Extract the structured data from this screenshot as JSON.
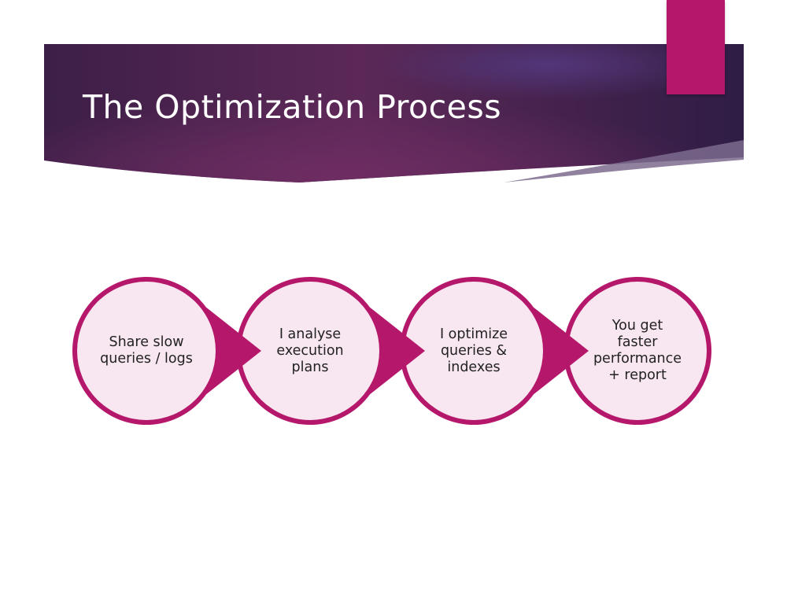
{
  "slide": {
    "title": "The Optimization Process"
  },
  "colors": {
    "band_dark": "#3a1f4a",
    "band_mid": "#6b2d5f",
    "band_glow": "#4e3275",
    "accent": "#b5176a",
    "circle_ring": "#b5176a",
    "circle_fill": "#f8e6f0",
    "text": "#222222"
  },
  "process": {
    "steps": [
      {
        "lines": [
          "Share slow",
          "queries / logs"
        ]
      },
      {
        "lines": [
          "I analyse",
          "execution",
          "plans"
        ]
      },
      {
        "lines": [
          "I optimize",
          "queries &",
          "indexes"
        ]
      },
      {
        "lines": [
          "You get",
          "faster",
          "performance",
          "+ report"
        ]
      }
    ]
  }
}
